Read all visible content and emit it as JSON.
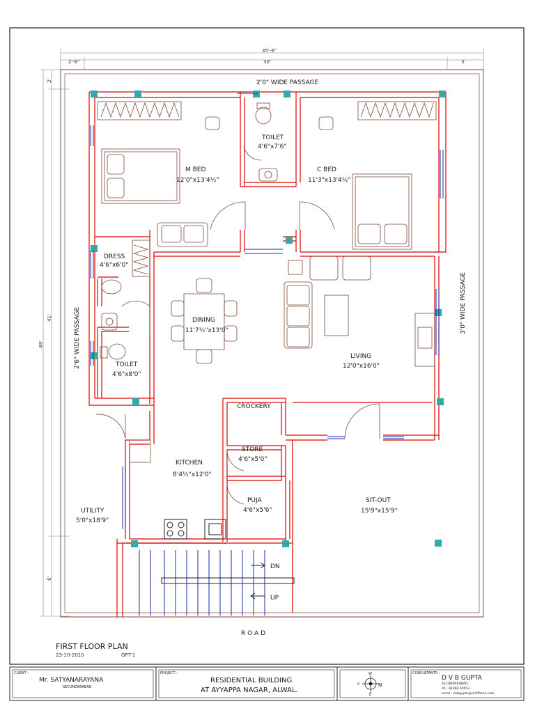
{
  "plan": {
    "top_overall_dim": "35'-6\"",
    "top_plot_dim": "30'",
    "top_left_dim": "2'-6\"",
    "top_right_dim": "3'",
    "left_overall_dim": "49'",
    "left_mid_dim": "41'",
    "left_top_dim": "2'",
    "left_bottom_dim": "6'",
    "top_passage": "2'0\" WIDE PASSAGE",
    "left_passage": "2'6\" WIDE PASSAGE",
    "right_passage": "3'0\" WIDE PASSAGE",
    "road": "R O A D",
    "dn": "DN",
    "up": "UP"
  },
  "rooms": {
    "mbed_name": "M BED",
    "mbed_size": "12'0\"x13'4½\"",
    "toilet1_name": "TOILET",
    "toilet1_size": "4'6\"x7'6\"",
    "cbed_name": "C BED",
    "cbed_size": "11'3\"x13'4½\"",
    "dress_name": "DRESS",
    "dress_size": "4'6\"x6'0\"",
    "dining_name": "DINING",
    "dining_size": "11'7½\"x13'0\"",
    "living_name": "LIVING",
    "living_size": "12'0\"x16'0\"",
    "toilet2_name": "TOILET",
    "toilet2_size": "4'6\"x8'0\"",
    "crockery_name": "CROCKERY",
    "store_name": "STORE",
    "store_size": "4'6\"x5'0\"",
    "kitchen_name": "KITCHEN",
    "kitchen_size": "8'4½\"x12'0\"",
    "puja_name": "PUJA",
    "puja_size": "4'6\"x5'6\"",
    "sitout_name": "SIT-OUT",
    "sitout_size": "15'9\"x15'9\"",
    "utility_name": "UTILITY",
    "utility_size": "5'0\"x18'9\""
  },
  "caption": {
    "title": "FIRST FLOOR PLAN",
    "date": "23-10-2010",
    "option": "OPT-1"
  },
  "title_block": {
    "client_label": "CLIENT :",
    "client_name": "Mr. SATYANARAYANA",
    "client_city": "SECUNDERABAD",
    "project_label": "PROJECT :",
    "project_line1": "RESIDENTIAL BUILDING",
    "project_line2": "AT AYYAPPA NAGAR, ALWAL.",
    "compass_n": "N",
    "compass_s": "S",
    "compass_e": "E",
    "compass_w": "W",
    "consultants_label": "CONSULTANTS :",
    "consultant_name": "D V B GUPTA",
    "consultant_city": "SECUNDERABAD.",
    "consultant_phone": "Ph : 92468 65653",
    "consultant_email": "email : dvbgupta@rediffmail.com"
  },
  "colors": {
    "wall": "#e00000",
    "furniture": "#7a4a3a",
    "window": "#1a2aa0",
    "column": "#33aaaa"
  }
}
